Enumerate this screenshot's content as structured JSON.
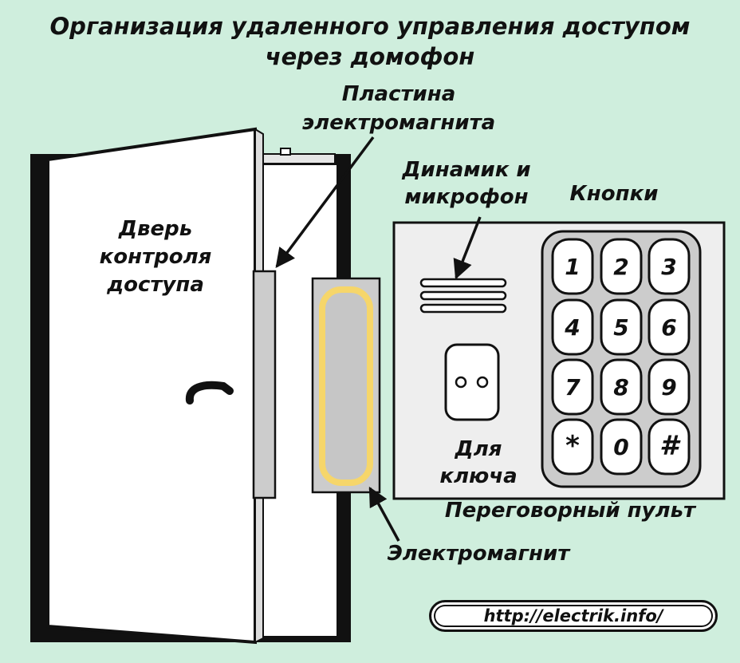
{
  "title": "Организация удаленного управления доступом через домофон",
  "labels": {
    "plate": "Пластина электромагнита",
    "door": "Дверь контроля доступа",
    "speaker": "Динамик и микрофон",
    "buttons": "Кнопки",
    "key": "Для ключа",
    "panel": "Переговорный пульт",
    "magnet": "Электромагнит"
  },
  "keypad": {
    "keys": [
      "1",
      "2",
      "3",
      "4",
      "5",
      "6",
      "7",
      "8",
      "9",
      "*",
      "0",
      "#"
    ]
  },
  "url": "http://electrik.info/",
  "colors": {
    "background": "#cfeedd",
    "magnet_coil": "#f6d66a",
    "frame": "#111111",
    "panel": "#eeeeee"
  }
}
